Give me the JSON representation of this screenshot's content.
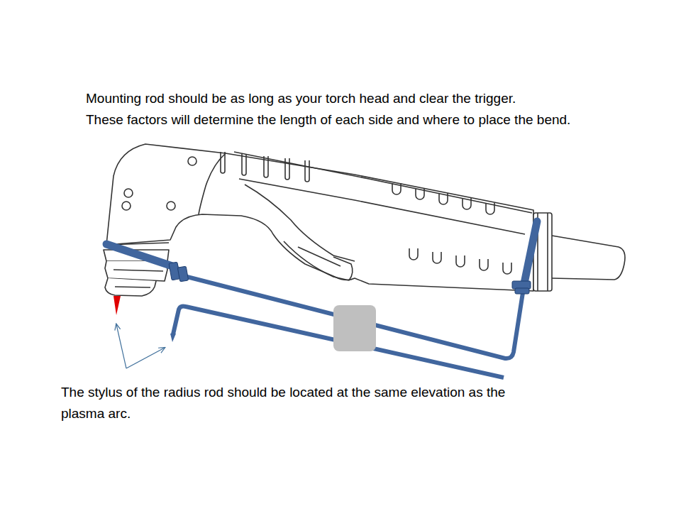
{
  "diagram": {
    "labels": [
      "Mounting rod should be as long as your torch head and clear the trigger.",
      "These factors will determine the length of each side and where to place the bend.",
      "The stylus of the radius rod should be located at the same elevation as the plasma arc."
    ]
  }
}
